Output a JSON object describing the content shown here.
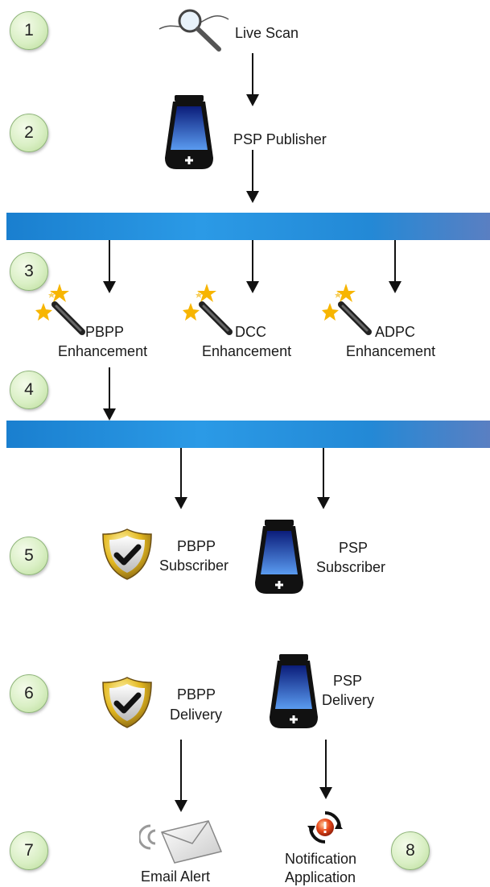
{
  "steps": {
    "s1": "1",
    "s2": "2",
    "s3": "3",
    "s4": "4",
    "s5": "5",
    "s6": "6",
    "s7": "7",
    "s8": "8"
  },
  "labels": {
    "live_scan": "Live Scan",
    "psp_publisher": "PSP Publisher",
    "pbpp_enh_1": "PBPP",
    "pbpp_enh_2": "Enhancement",
    "dcc_enh_1": "DCC",
    "dcc_enh_2": "Enhancement",
    "adpc_enh_1": "ADPC",
    "adpc_enh_2": "Enhancement",
    "pbpp_sub_1": "PBPP",
    "pbpp_sub_2": "Subscriber",
    "psp_sub_1": "PSP",
    "psp_sub_2": "Subscriber",
    "pbpp_del_1": "PBPP",
    "pbpp_del_2": "Delivery",
    "psp_del_1": "PSP",
    "psp_del_2": "Delivery",
    "email_alert": "Email Alert",
    "notif_1": "Notification",
    "notif_2": "Application"
  },
  "icons": [
    "magnifier-icon",
    "mobile-device-icon",
    "magic-wand-icon",
    "shield-check-icon",
    "envelope-icon",
    "alert-refresh-icon"
  ],
  "colors": {
    "bus": "#2b9ae6",
    "step_circle": "#d9efc4",
    "arrow": "#111111"
  }
}
